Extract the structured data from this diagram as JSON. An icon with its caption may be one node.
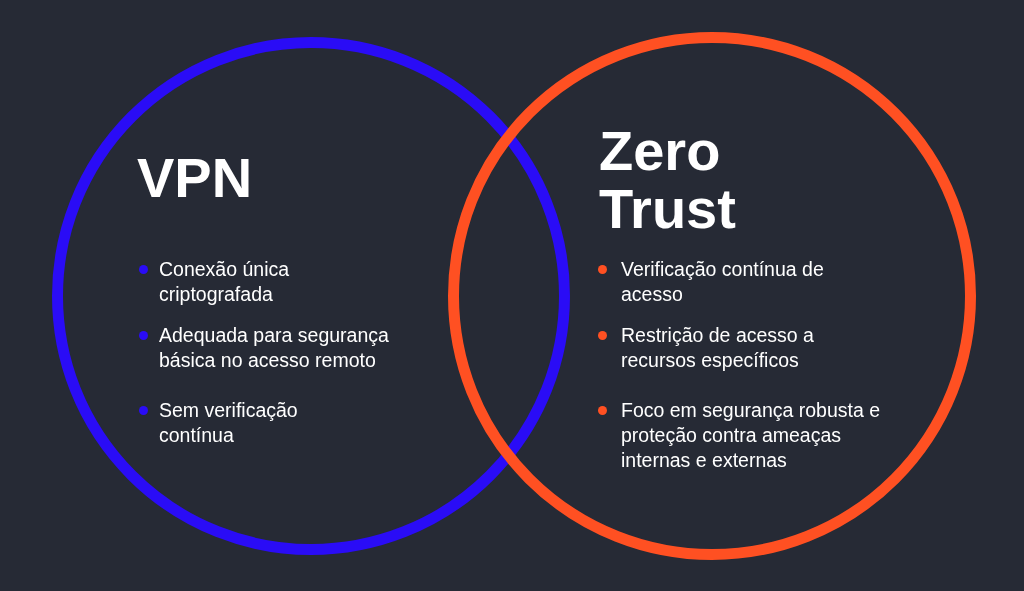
{
  "diagram": {
    "nodes": [
      {
        "text": [
          "VPN",
          "Conexão única criptografada",
          "Adequada para segurança básica no acesso remoto",
          "Sem verificação contínua"
        ]
      },
      {
        "text": [
          "Zero Trust",
          "Verificação contínua de acesso",
          "Restrição de acesso a recursos específicos",
          "Foco em segurança robusta e proteção contra ameaças internas e externas"
        ]
      }
    ]
  }
}
